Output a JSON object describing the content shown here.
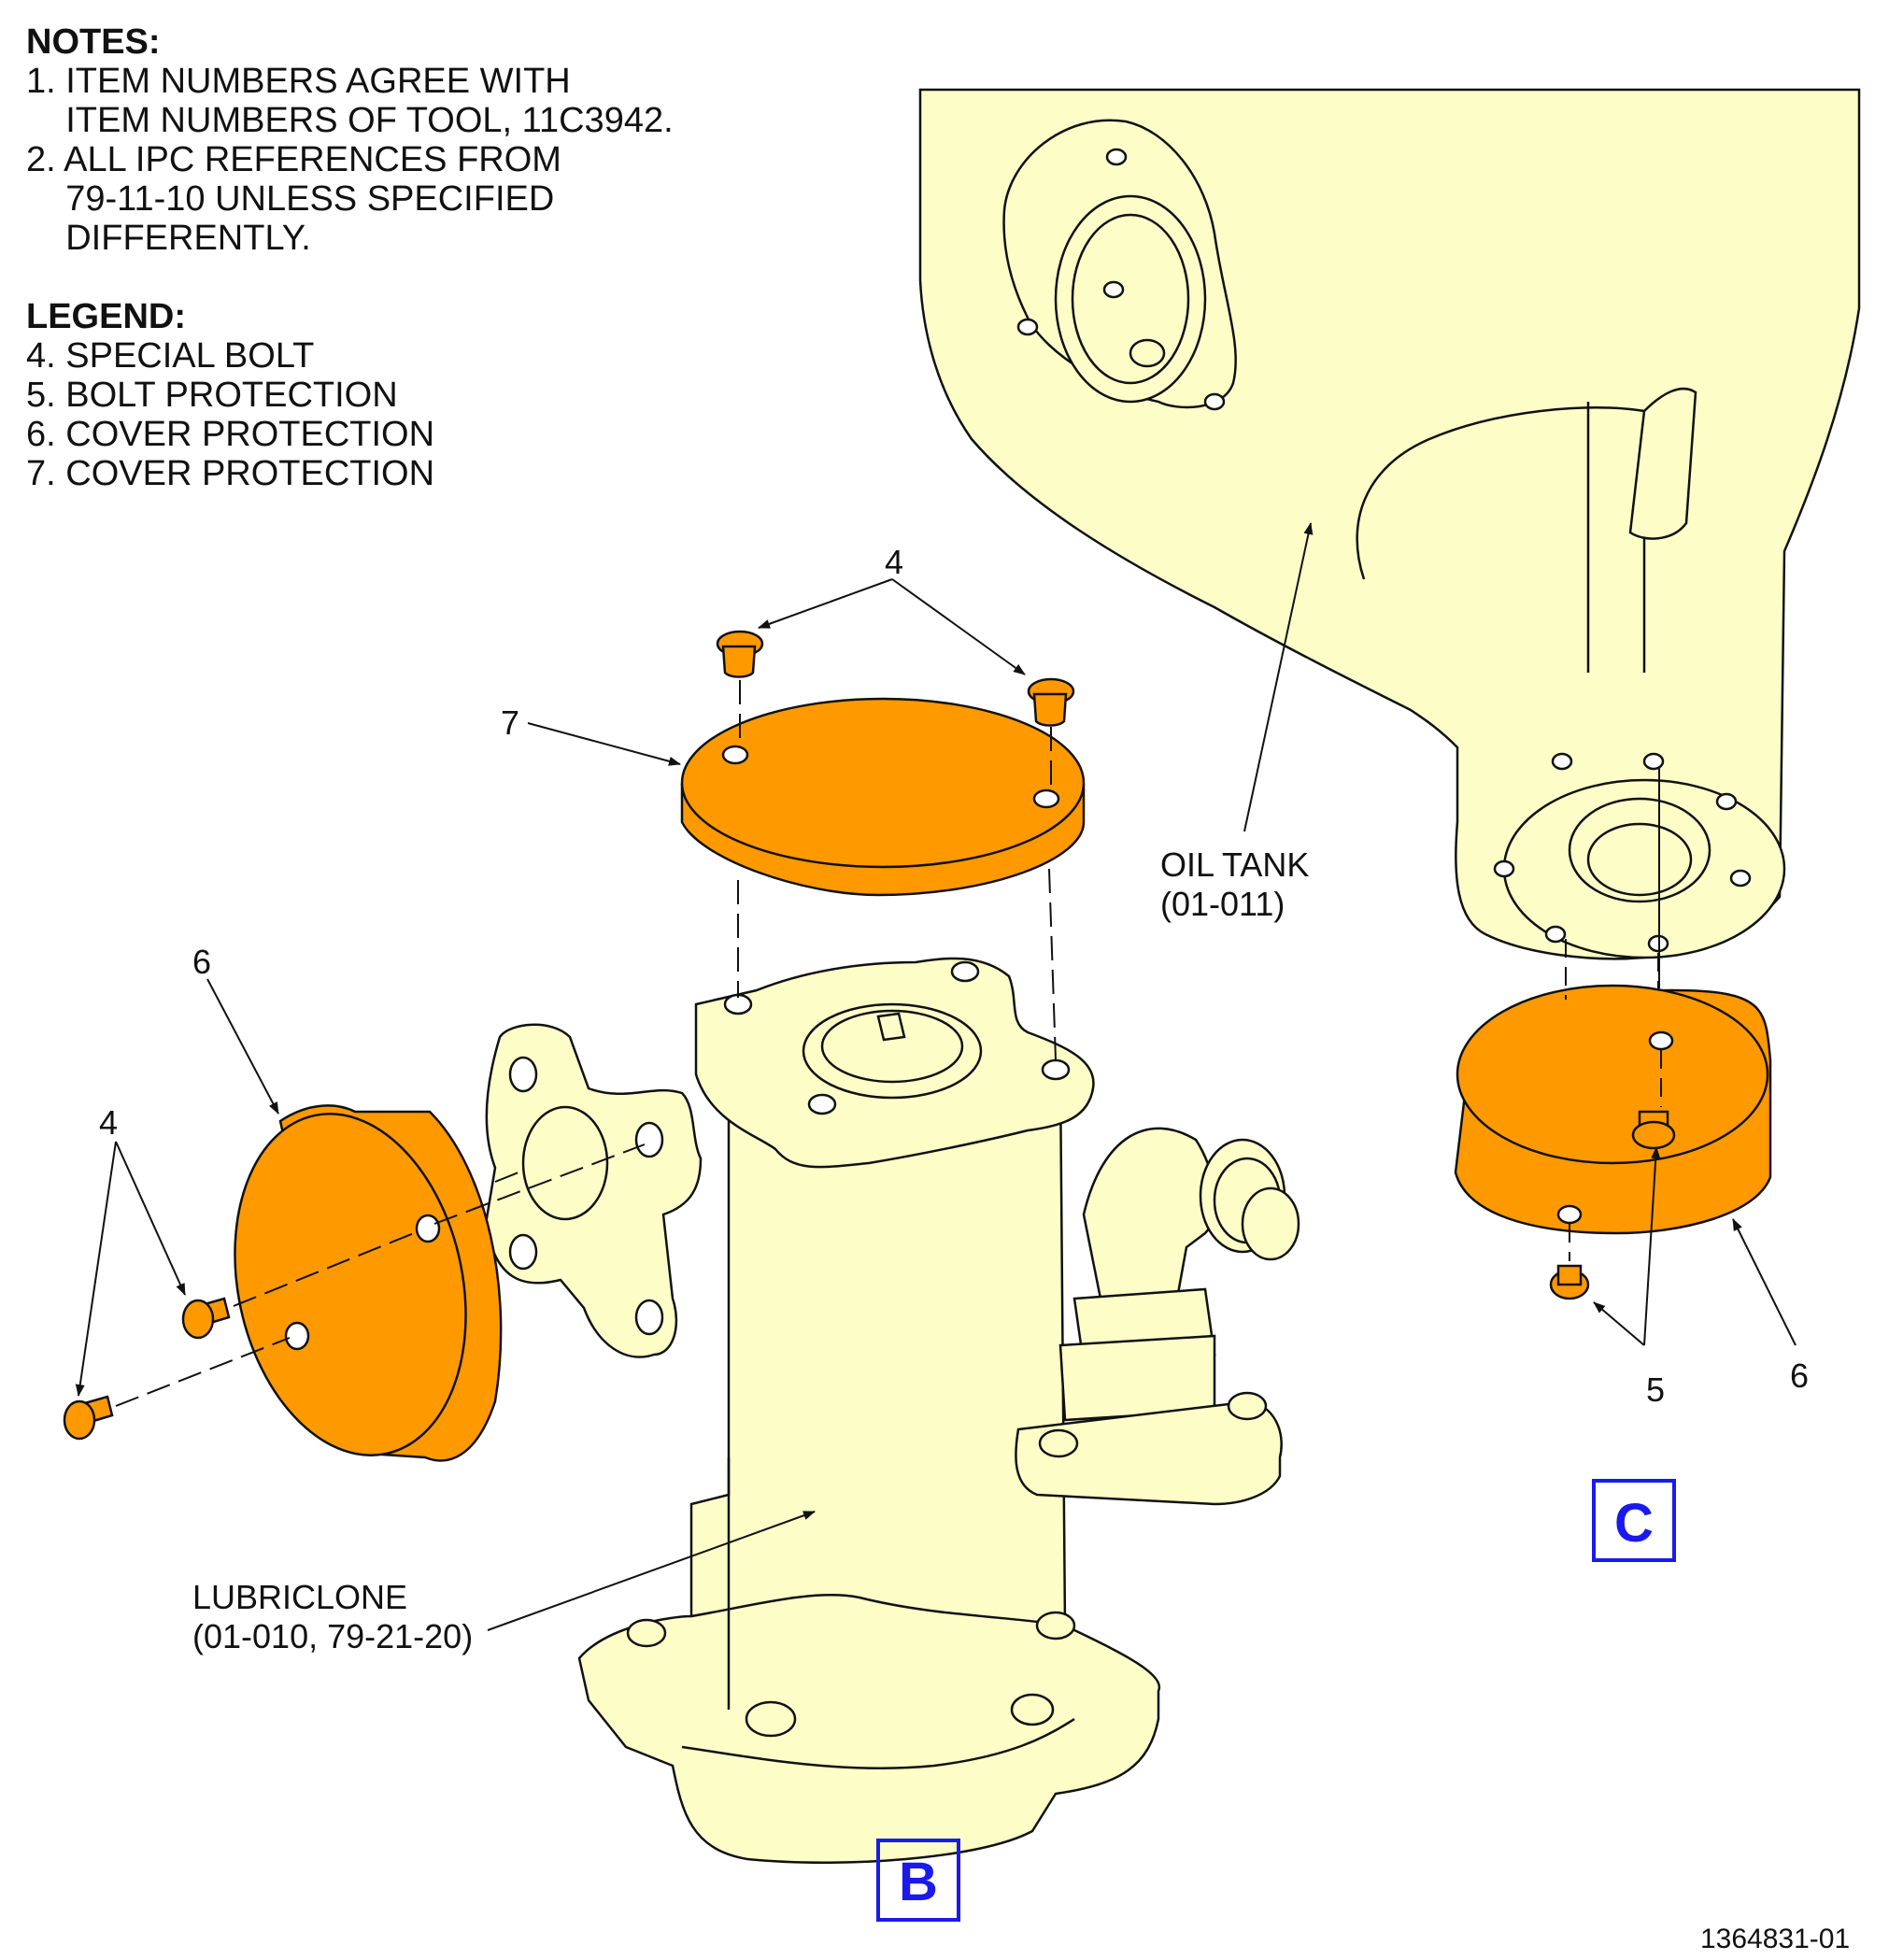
{
  "notes": {
    "heading": "NOTES:",
    "items": [
      "1. ITEM NUMBERS AGREE WITH",
      "    ITEM NUMBERS OF TOOL, 11C3942.",
      "2. ALL IPC REFERENCES FROM",
      "    79-11-10 UNLESS SPECIFIED",
      "    DIFFERENTLY."
    ]
  },
  "legend": {
    "heading": "LEGEND:",
    "items": [
      "4. SPECIAL BOLT",
      "5. BOLT PROTECTION",
      "6. COVER PROTECTION",
      "7. COVER PROTECTION"
    ]
  },
  "callouts": {
    "item4_top": "4",
    "item7": "7",
    "item6_left": "6",
    "item4_left": "4",
    "item5": "5",
    "item6_right": "6"
  },
  "components": {
    "oil_tank_line1": "OIL TANK",
    "oil_tank_line2": "(01-011)",
    "lubriclone_line1": "LUBRICLONE",
    "lubriclone_line2": "(01-010, 79-21-20)"
  },
  "views": {
    "view_b": "B",
    "view_c": "C"
  },
  "figure_number": "1364831-01",
  "colors": {
    "part_fill": "#fdfdc8",
    "tool_fill": "#ff9900",
    "view_label": "#1a1aee",
    "line": "#111111"
  }
}
